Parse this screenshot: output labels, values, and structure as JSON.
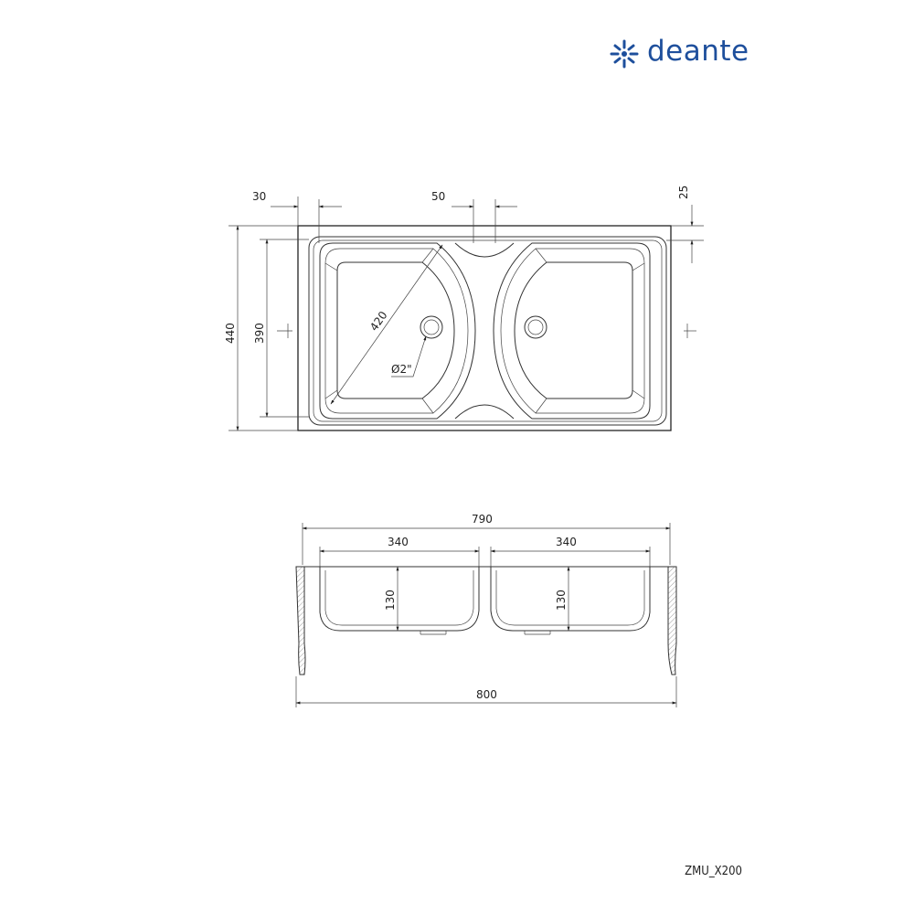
{
  "brand": {
    "name": "deante",
    "logo_icon": "deante-logo-icon",
    "color": "#1e4f9c"
  },
  "model_code": "ZMU_X200",
  "top_view": {
    "dim_30": "30",
    "dim_50": "50",
    "dim_25": "25",
    "dim_440": "440",
    "dim_390": "390",
    "dim_420": "420",
    "drain": "Ø2\""
  },
  "side_view": {
    "overall_top": "790",
    "left_bowl_width": "340",
    "right_bowl_width": "340",
    "left_depth": "130",
    "right_depth": "130",
    "overall_bottom": "800"
  }
}
